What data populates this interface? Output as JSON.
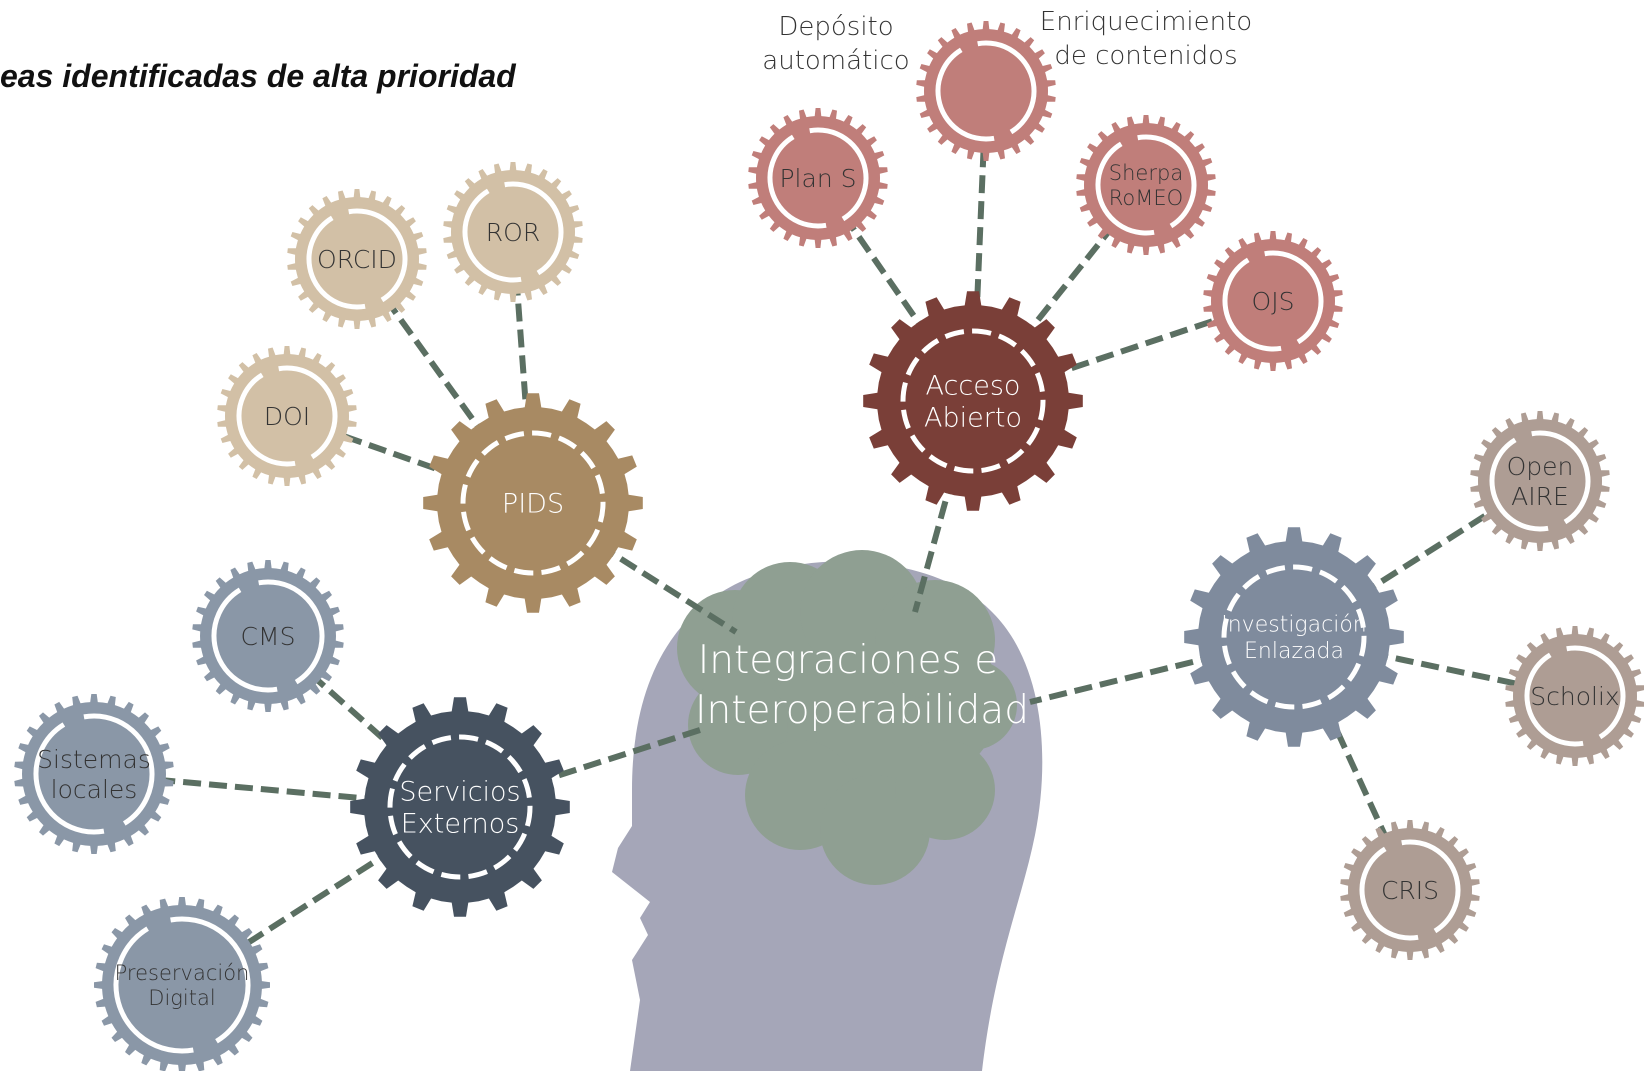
{
  "title": "eas identificadas de alta prioridad",
  "center": {
    "lines": [
      "Integraciones e",
      "Interoperabilidad"
    ]
  },
  "colors": {
    "head": "#a5a6b8",
    "brain": "#8f9f92",
    "connector": "#5b6f62",
    "pids": "#a88a63",
    "pids_child": "#d2c0a6",
    "acceso": "#7a3f38",
    "acceso_child": "#c07e7a",
    "servicios": "#465260",
    "servicios_child": "#8a97a7",
    "investigacion": "#7f8b9d",
    "investigacion_child": "#ae9d94"
  },
  "gears": {
    "pids": {
      "lines": [
        "PIDS"
      ]
    },
    "acceso": {
      "lines": [
        "Acceso",
        "Abierto"
      ]
    },
    "servicios": {
      "lines": [
        "Servicios",
        "Externos"
      ]
    },
    "investigacion": {
      "lines": [
        "Investigación",
        "Enlazada"
      ]
    },
    "orcid": {
      "lines": [
        "ORCID"
      ]
    },
    "ror": {
      "lines": [
        "ROR"
      ]
    },
    "doi": {
      "lines": [
        "DOI"
      ]
    },
    "plan_s": {
      "lines": [
        "Plan S"
      ]
    },
    "enriquecimiento": {
      "lines": []
    },
    "sherpa": {
      "lines": [
        "Sherpa",
        "RoMEO"
      ]
    },
    "ojs": {
      "lines": [
        "OJS"
      ]
    },
    "cms": {
      "lines": [
        "CMS"
      ]
    },
    "sistemas": {
      "lines": [
        "Sistemas",
        "locales"
      ]
    },
    "preservacion": {
      "lines": [
        "Preservación",
        "Digital"
      ]
    },
    "openaire": {
      "lines": [
        "Open",
        "AIRE"
      ]
    },
    "scholix": {
      "lines": [
        "Scholix"
      ]
    },
    "cris": {
      "lines": [
        "CRIS"
      ]
    }
  },
  "external_labels": {
    "deposito": [
      "Depósito",
      "automático"
    ],
    "enriquecimiento": [
      "Enriquecimiento",
      "de contenidos"
    ]
  }
}
